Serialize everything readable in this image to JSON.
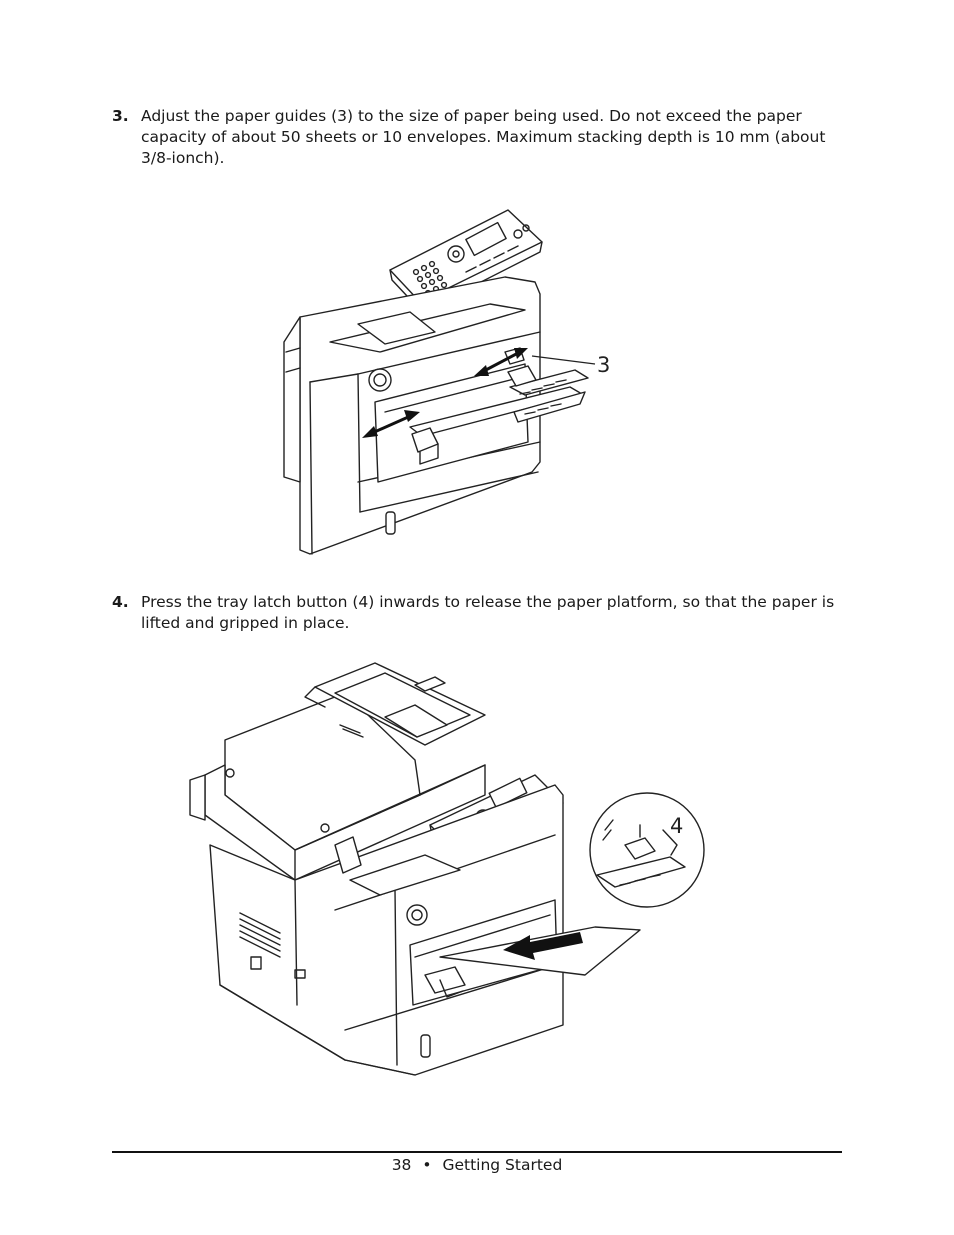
{
  "steps": [
    {
      "number": "3.",
      "text": "Adjust the paper guides (3) to the size of paper being used. Do not exceed the paper capacity of about 50 sheets or 10 envelopes. Maximum stacking depth is 10 mm (about 3/8-ionch)."
    },
    {
      "number": "4.",
      "text": "Press the tray latch button (4) inwards to release the paper platform, so that the paper is lifted and gripped in place."
    }
  ],
  "figures": {
    "paper_guides_callout": "3",
    "tray_latch_callout": "4"
  },
  "footer": {
    "page_number": "38",
    "separator": "•",
    "section": "Getting Started"
  }
}
